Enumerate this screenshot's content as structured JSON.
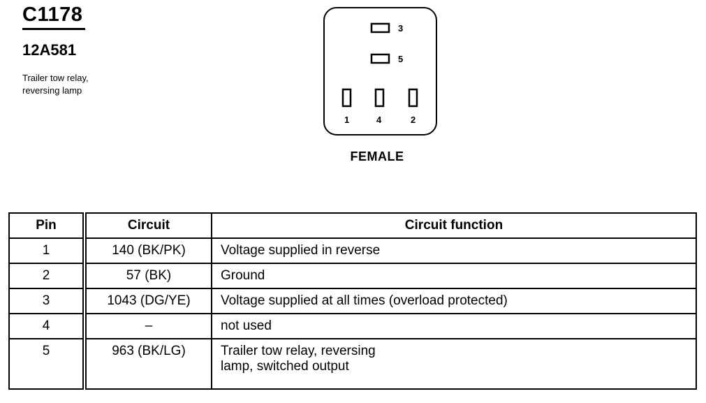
{
  "connector": {
    "id": "C1178",
    "part_number": "12A581",
    "description_line1": "Trailer tow relay,",
    "description_line2": "reversing lamp"
  },
  "diagram": {
    "gender": "FEMALE",
    "pins": [
      {
        "number": "3",
        "orientation": "horizontal"
      },
      {
        "number": "5",
        "orientation": "horizontal"
      },
      {
        "number": "1",
        "orientation": "vertical"
      },
      {
        "number": "4",
        "orientation": "vertical"
      },
      {
        "number": "2",
        "orientation": "vertical"
      }
    ]
  },
  "table": {
    "headers": {
      "pin": "Pin",
      "circuit": "Circuit",
      "function": "Circuit function"
    },
    "rows": [
      {
        "pin": "1",
        "circuit": "140 (BK/PK)",
        "function_line1": "Voltage supplied in reverse",
        "function_line2": ""
      },
      {
        "pin": "2",
        "circuit": "57 (BK)",
        "function_line1": "Ground",
        "function_line2": ""
      },
      {
        "pin": "3",
        "circuit": "1043 (DG/YE)",
        "function_line1": "Voltage supplied at all times (overload protected)",
        "function_line2": ""
      },
      {
        "pin": "4",
        "circuit": "–",
        "function_line1": "not used",
        "function_line2": ""
      },
      {
        "pin": "5",
        "circuit": "963 (BK/LG)",
        "function_line1": "Trailer tow relay, reversing",
        "function_line2": "lamp, switched output"
      }
    ]
  }
}
